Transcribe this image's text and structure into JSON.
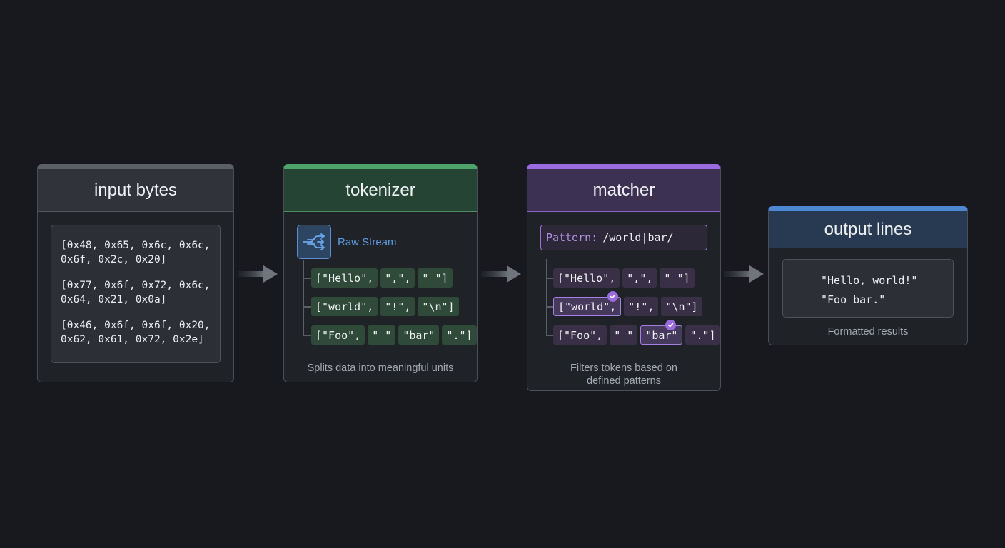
{
  "panels": {
    "input": {
      "title": "input bytes",
      "byte_groups": [
        "[0x48, 0x65, 0x6c, 0x6c,\n0x6f, 0x2c, 0x20]",
        "[0x77, 0x6f, 0x72, 0x6c,\n0x64, 0x21, 0x0a]",
        "[0x46, 0x6f, 0x6f, 0x20,\n0x62, 0x61, 0x72, 0x2e]"
      ]
    },
    "tokenizer": {
      "title": "tokenizer",
      "stream_label": "Raw Stream",
      "rows": [
        [
          "[\"Hello\",",
          "\",\",",
          "\" \"]"
        ],
        [
          "[\"world\",",
          "\"!\",",
          "\"\\n\"]"
        ],
        [
          "[\"Foo\",",
          "\" \"",
          "\"bar\"",
          "\".\"]"
        ]
      ],
      "caption": "Splits data into meaningful units"
    },
    "matcher": {
      "title": "matcher",
      "pattern_key": "Pattern:",
      "pattern_value": "/world|bar/",
      "rows": [
        [
          "[\"Hello\",",
          "\",\",",
          "\" \"]"
        ],
        [
          "[\"world\",",
          "\"!\",",
          "\"\\n\"]"
        ],
        [
          "[\"Foo\",",
          "\" \"",
          "\"bar\"",
          "\".\"]"
        ]
      ],
      "matched": [
        "1.0",
        "2.2"
      ],
      "caption_line1": "Filters tokens based on",
      "caption_line2": "defined patterns"
    },
    "output": {
      "title": "output lines",
      "lines": [
        "\"Hello, world!\"",
        "\"Foo bar.\""
      ],
      "caption": "Formatted results"
    }
  },
  "colors": {
    "background": "#17191e",
    "tokenizer_accent": "#4da46a",
    "matcher_accent": "#9b6be0",
    "output_accent": "#4f88d2",
    "input_accent": "#5b5f66"
  },
  "icons": {
    "stream": "split-arrows-icon",
    "flow": "right-arrow-icon",
    "match": "checkmark-icon"
  }
}
